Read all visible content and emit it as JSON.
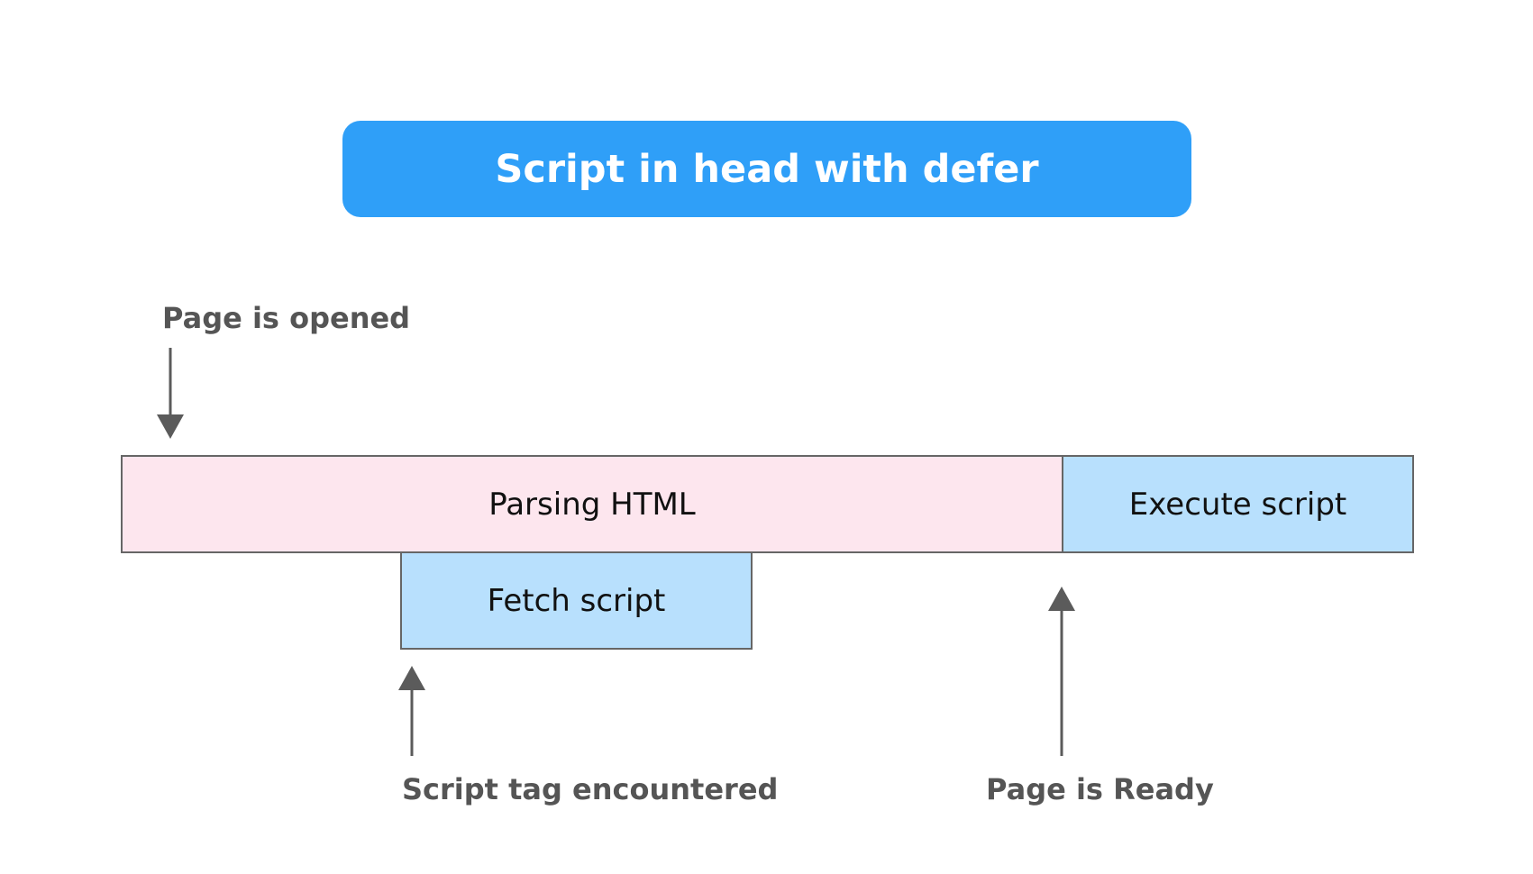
{
  "title": "Script in head with defer",
  "labels": {
    "page_opened": "Page is opened",
    "script_tag": "Script tag encountered",
    "page_ready": "Page is Ready"
  },
  "bars": {
    "parsing": "Parsing HTML",
    "execute": "Execute script",
    "fetch": "Fetch script"
  },
  "colors": {
    "title_bg": "#2f9ff8",
    "parsing_bg": "#fde6ee",
    "script_bg": "#b8e0fd",
    "arrow": "#5b5b5b"
  }
}
